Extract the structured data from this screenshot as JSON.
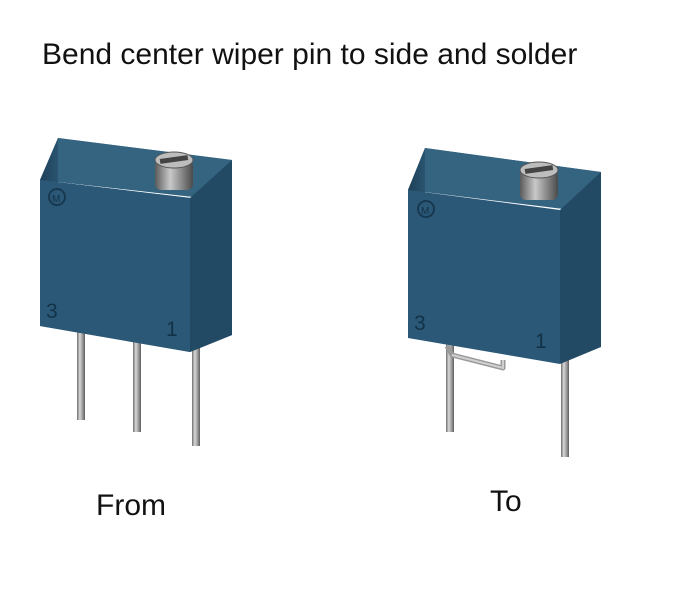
{
  "title": "Bend center wiper pin to side and solder",
  "from_label": "From",
  "to_label": "To",
  "pin_marks": {
    "left": "3",
    "right": "1"
  },
  "colors": {
    "body": "#2b5676",
    "body_dark": "#1d3f58",
    "body_top": "#3b6a8c",
    "pin": "#9a9a9a",
    "background": "#ffffff"
  }
}
